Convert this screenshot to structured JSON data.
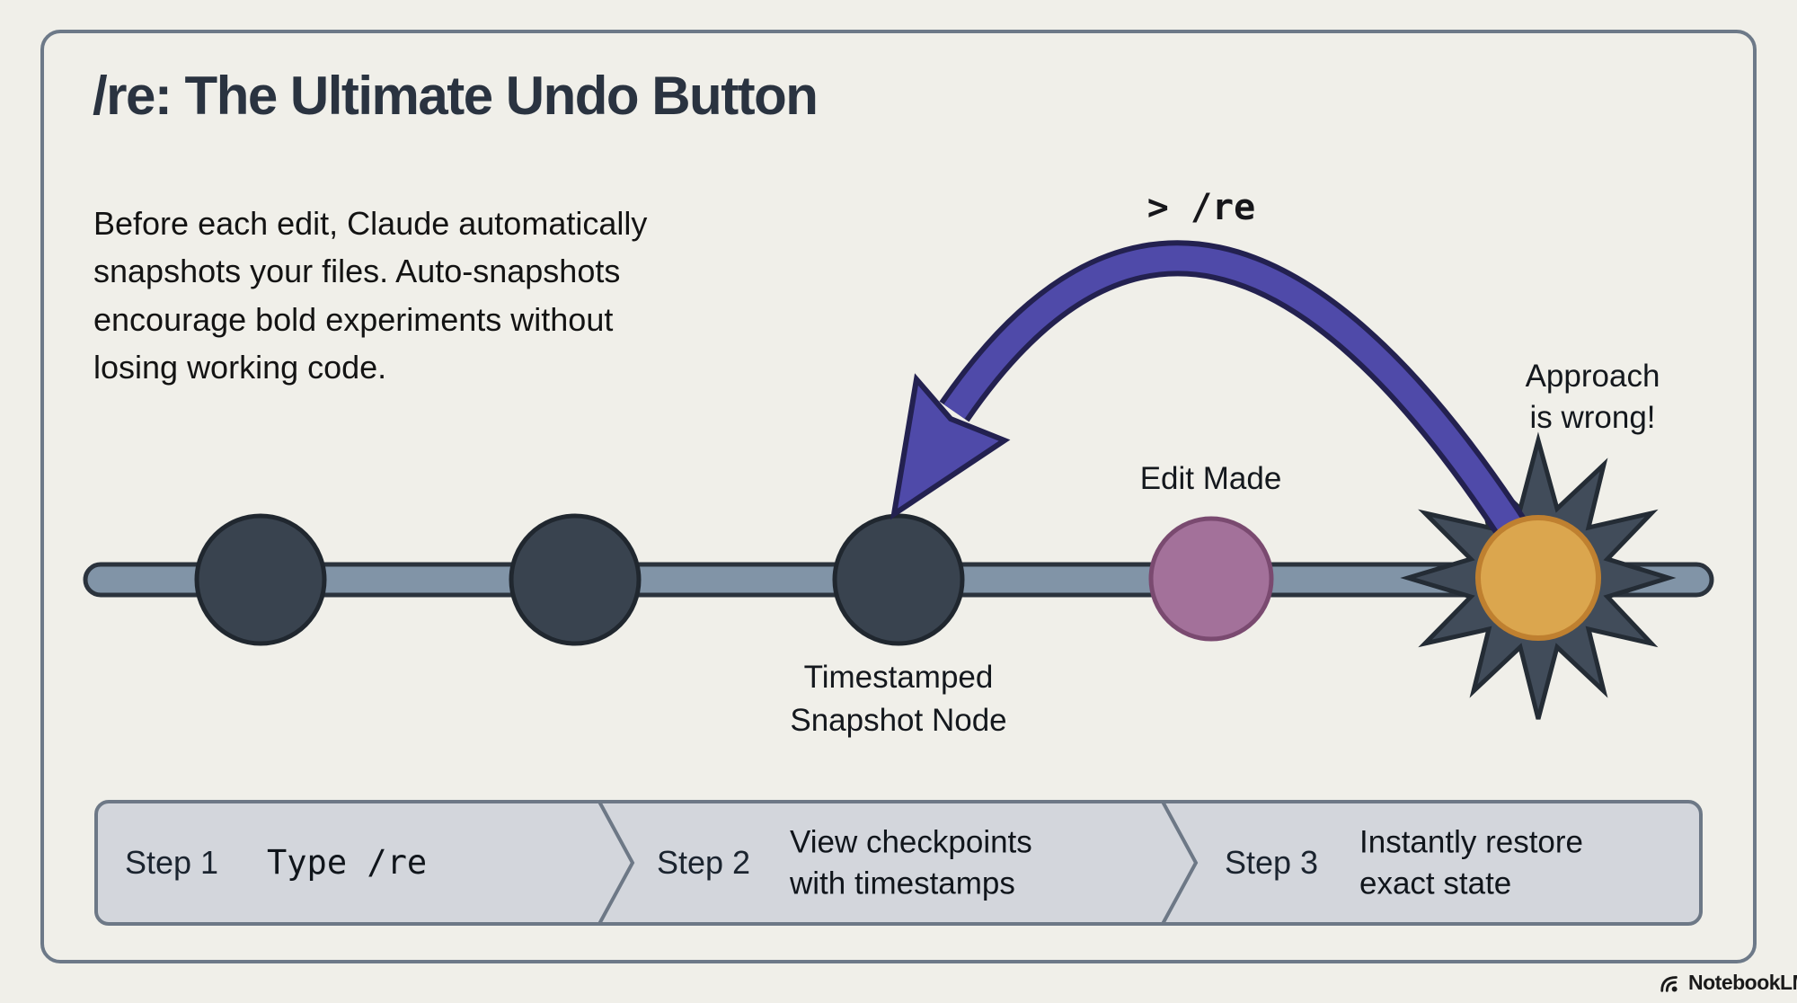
{
  "slide": {
    "title": "/re: The Ultimate Undo Button",
    "description": "Before each edit, Claude automatically\nsnapshots your files. Auto-snapshots\nencourage bold experiments without\nlosing working code.",
    "command_label": "> /re"
  },
  "diagram": {
    "snapshot_node_label": "Timestamped\nSnapshot Node",
    "edit_node_label": "Edit Made",
    "error_label": "Approach\nis wrong!"
  },
  "steps": [
    {
      "label": "Step 1",
      "description": "Type /re"
    },
    {
      "label": "Step 2",
      "description": "View checkpoints\nwith timestamps"
    },
    {
      "label": "Step 3",
      "description": "Instantly restore\nexact state"
    }
  ],
  "watermark": {
    "brand": "NotebookLM"
  },
  "colors": {
    "background": "#f0efe9",
    "frame_border": "#6d7988",
    "timeline_bar": "#8194a7",
    "node_dark": "#39434f",
    "node_edit_made": "#a3719a",
    "node_error_center": "#dba64e",
    "starburst": "#414c5a",
    "arrow_purple": "#4f4aa9",
    "arrow_outline": "#232150",
    "step_bar_bg": "#d3d6dc",
    "title_text": "#2a3340"
  }
}
